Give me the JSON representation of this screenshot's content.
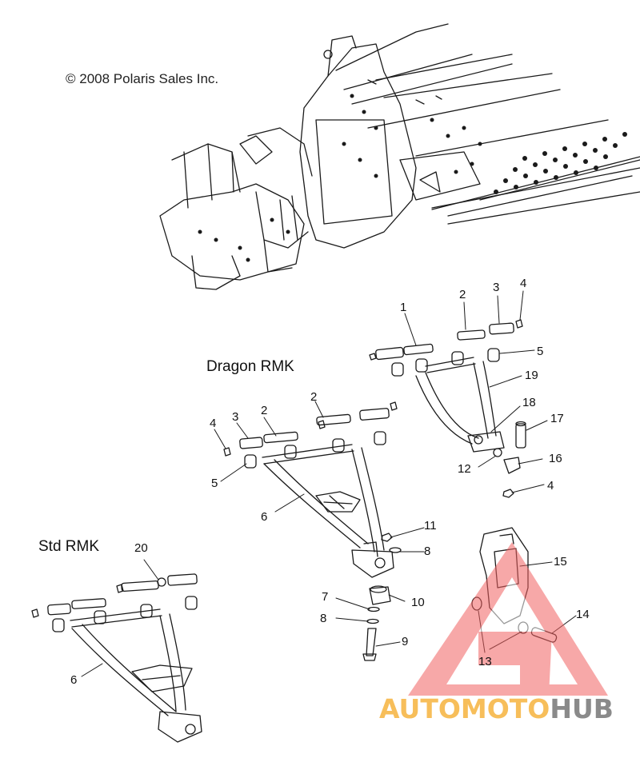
{
  "copyright": "© 2008 Polaris Sales Inc.",
  "sections": {
    "dragon": "Dragon RMK",
    "std": "Std RMK"
  },
  "callouts": [
    {
      "id": "c1",
      "label": "1"
    },
    {
      "id": "c2a",
      "label": "2"
    },
    {
      "id": "c3a",
      "label": "3"
    },
    {
      "id": "c4a",
      "label": "4"
    },
    {
      "id": "c5a",
      "label": "5"
    },
    {
      "id": "c19",
      "label": "19"
    },
    {
      "id": "c18",
      "label": "18"
    },
    {
      "id": "c17",
      "label": "17"
    },
    {
      "id": "c16",
      "label": "16"
    },
    {
      "id": "c12",
      "label": "12"
    },
    {
      "id": "c4b",
      "label": "4"
    },
    {
      "id": "c2b",
      "label": "2"
    },
    {
      "id": "c4c",
      "label": "4"
    },
    {
      "id": "c3b",
      "label": "3"
    },
    {
      "id": "c2c",
      "label": "2"
    },
    {
      "id": "c5b",
      "label": "5"
    },
    {
      "id": "c6a",
      "label": "6"
    },
    {
      "id": "c11",
      "label": "11"
    },
    {
      "id": "c8a",
      "label": "8"
    },
    {
      "id": "c7",
      "label": "7"
    },
    {
      "id": "c10",
      "label": "10"
    },
    {
      "id": "c8b",
      "label": "8"
    },
    {
      "id": "c9",
      "label": "9"
    },
    {
      "id": "c15",
      "label": "15"
    },
    {
      "id": "c14",
      "label": "14"
    },
    {
      "id": "c13",
      "label": "13"
    },
    {
      "id": "c20",
      "label": "20"
    },
    {
      "id": "c6b",
      "label": "6"
    }
  ],
  "watermark": {
    "part1": "AUTO",
    "part2": "MOTO",
    "part3": "HUB"
  }
}
